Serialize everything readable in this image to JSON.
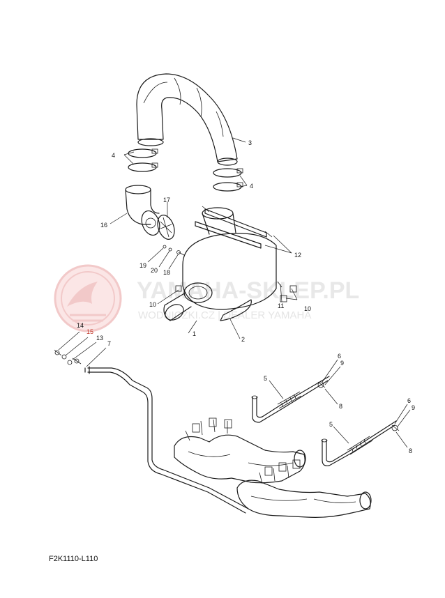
{
  "watermark": {
    "title": "YAMAHA-SKLEP.PL",
    "subtitle": "WODNICZKI.CZ | DEALER YAMAHA"
  },
  "diagram_code": "F2K1110-L110",
  "callouts": [
    {
      "id": "c1",
      "label": "1"
    },
    {
      "id": "c2",
      "label": "2"
    },
    {
      "id": "c3",
      "label": "3"
    },
    {
      "id": "c4a",
      "label": "4"
    },
    {
      "id": "c4b",
      "label": "4"
    },
    {
      "id": "c5a",
      "label": "5"
    },
    {
      "id": "c5b",
      "label": "5"
    },
    {
      "id": "c6a",
      "label": "6"
    },
    {
      "id": "c6b",
      "label": "6"
    },
    {
      "id": "c7",
      "label": "7"
    },
    {
      "id": "c8a",
      "label": "8"
    },
    {
      "id": "c8b",
      "label": "8"
    },
    {
      "id": "c9a",
      "label": "9"
    },
    {
      "id": "c9b",
      "label": "9"
    },
    {
      "id": "c10a",
      "label": "10"
    },
    {
      "id": "c10b",
      "label": "10"
    },
    {
      "id": "c11",
      "label": "11"
    },
    {
      "id": "c12",
      "label": "12"
    },
    {
      "id": "c13",
      "label": "13"
    },
    {
      "id": "c14",
      "label": "14"
    },
    {
      "id": "c15",
      "label": "15"
    },
    {
      "id": "c16",
      "label": "16"
    },
    {
      "id": "c17",
      "label": "17"
    },
    {
      "id": "c18",
      "label": "18"
    },
    {
      "id": "c19",
      "label": "19"
    },
    {
      "id": "c20",
      "label": "20"
    }
  ],
  "colors": {
    "line": "#1a1a1a",
    "watermark": "#e6e6e6",
    "logo": "#f2c9c9",
    "highlight_callout": "#c0392b"
  }
}
